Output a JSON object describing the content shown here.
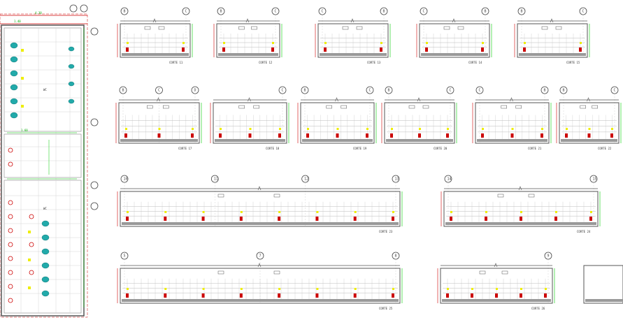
{
  "plan": {
    "top_dimension": "4.30",
    "sub_dimension": "1.40",
    "mid_dimension": "1.60",
    "room_mark_a": "WC",
    "room_mark_b": "WC"
  },
  "small_elevations": [
    {
      "caption": "CORTE 11",
      "bubbles": [
        "B",
        "C"
      ]
    },
    {
      "caption": "CORTE 12",
      "bubbles": [
        "B",
        "C"
      ]
    },
    {
      "caption": "CORTE 13",
      "bubbles": [
        "C",
        "B"
      ]
    },
    {
      "caption": "CORTE 14",
      "bubbles": [
        "C",
        "B"
      ]
    },
    {
      "caption": "CORTE 15",
      "bubbles": [
        "B",
        "C"
      ]
    }
  ],
  "medium_elevations": [
    {
      "caption": "CORTE 17",
      "bubbles": [
        "B",
        "C",
        "D"
      ]
    },
    {
      "caption": "CORTE 18",
      "bubbles": [
        "C"
      ]
    },
    {
      "caption": "CORTE 19",
      "bubbles": [
        "B",
        "C"
      ]
    },
    {
      "caption": "CORTE 20",
      "bubbles": [
        "B",
        "C"
      ]
    },
    {
      "caption": "CORTE 21",
      "bubbles": [
        "C",
        "B"
      ]
    },
    {
      "caption": "CORTE 22",
      "bubbles": [
        "B",
        "C"
      ]
    }
  ],
  "long_elevations": [
    {
      "caption": "CORTE 23",
      "bubbles": [
        "10",
        "11",
        "12",
        "13"
      ]
    },
    {
      "caption": "CORTE 24",
      "bubbles": [
        "14",
        "15"
      ]
    },
    {
      "caption": "CORTE 25",
      "bubbles": [
        "5",
        "7",
        "8"
      ]
    },
    {
      "caption": "CORTE 26",
      "bubbles": [
        "9"
      ]
    }
  ]
}
